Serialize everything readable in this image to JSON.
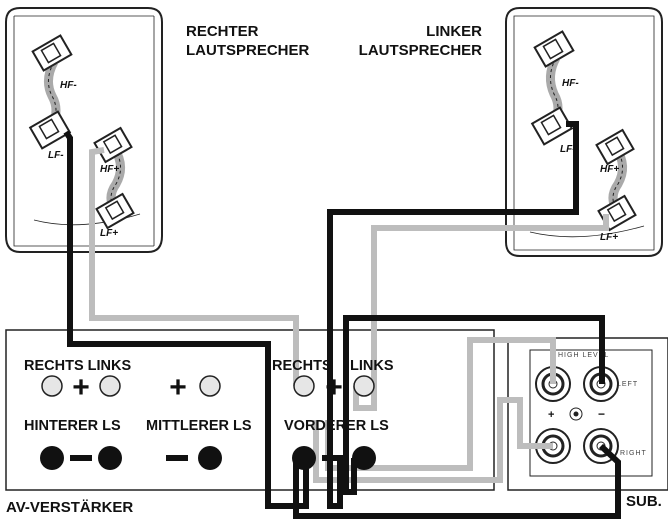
{
  "labels": {
    "right_speaker": [
      "RECHTER",
      "LAUTSPRECHER"
    ],
    "left_speaker": [
      "LINKER",
      "LAUTSPRECHER"
    ],
    "terminal_hf_minus": "HF-",
    "terminal_lf_minus": "LF-",
    "terminal_hf_plus": "HF+",
    "terminal_lf_plus": "LF+",
    "amp_rechts_links_rear": "RECHTS LINKS",
    "amp_rechts_front": "RECHTS",
    "amp_links_front": "LINKS",
    "hinterer_ls": "HINTERER LS",
    "mittlerer_ls": "MITTLERER LS",
    "vorderer_ls": "VORDERER LS",
    "av_verstaerker": "AV-VERSTÄRKER",
    "sub": "SUB.",
    "sub_plus": "+",
    "sub_minus": "−",
    "sub_left": "LEFT",
    "sub_right": "RIGHT",
    "sub_input": "HIGH LEVEL"
  },
  "colors": {
    "black_cable": "#111111",
    "grey_cable": "#bdbdbd",
    "outline": "#222222"
  }
}
